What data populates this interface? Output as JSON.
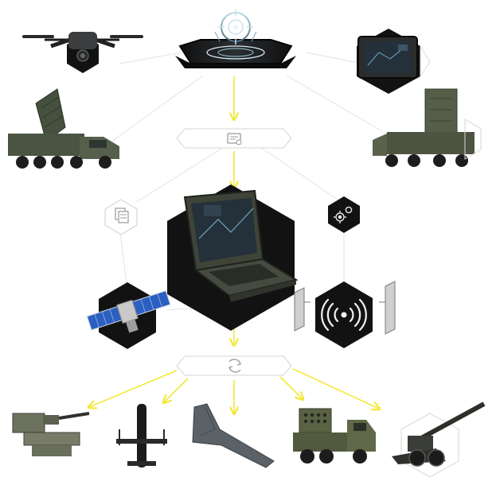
{
  "diagram": {
    "colors": {
      "flow_arrow": "#f2e93a",
      "faint_link": "#e4e4e4",
      "hex_dark": "#121212",
      "hex_outline": "#d6d6d6",
      "device_body": "#3f4438",
      "device_dark": "#22241f",
      "screen": "#24313b",
      "panel_blue": "#2b5fc0"
    },
    "nodes": [
      {
        "id": "command-center",
        "icon": "command-center-hologram-icon",
        "kind": "dark-tray"
      },
      {
        "id": "drone",
        "icon": "quadcopter-drone-icon",
        "kind": "hex-dark"
      },
      {
        "id": "tablet",
        "icon": "rugged-tablet-icon",
        "kind": "hex-dark"
      },
      {
        "id": "radar-truck",
        "icon": "radar-truck-icon",
        "kind": "equipment"
      },
      {
        "id": "radar-vehicle",
        "icon": "mobile-radar-vehicle-icon",
        "kind": "equipment"
      },
      {
        "id": "data-module",
        "icon": "data-processing-icon",
        "kind": "light-hex-bar"
      },
      {
        "id": "database",
        "icon": "database-stack-icon",
        "kind": "hex-outline"
      },
      {
        "id": "settings",
        "icon": "gears-icon",
        "kind": "hex-dark-small"
      },
      {
        "id": "laptop",
        "icon": "rugged-laptop-icon",
        "kind": "hex-dark-large"
      },
      {
        "id": "satellite",
        "icon": "satellite-icon",
        "kind": "hex-dark"
      },
      {
        "id": "radio",
        "icon": "wireless-signal-icon",
        "kind": "hex-dark"
      },
      {
        "id": "distribution",
        "icon": "distribution-cycle-icon",
        "kind": "light-hex-bar"
      },
      {
        "id": "weapon-station",
        "icon": "remote-weapon-station-icon",
        "kind": "equipment"
      },
      {
        "id": "munition",
        "icon": "loitering-munition-icon",
        "kind": "equipment"
      },
      {
        "id": "flying-wing",
        "icon": "flying-wing-drone-icon",
        "kind": "equipment"
      },
      {
        "id": "rocket-launcher",
        "icon": "rocket-launcher-truck-icon",
        "kind": "equipment"
      },
      {
        "id": "howitzer",
        "icon": "howitzer-icon",
        "kind": "equipment"
      }
    ]
  }
}
